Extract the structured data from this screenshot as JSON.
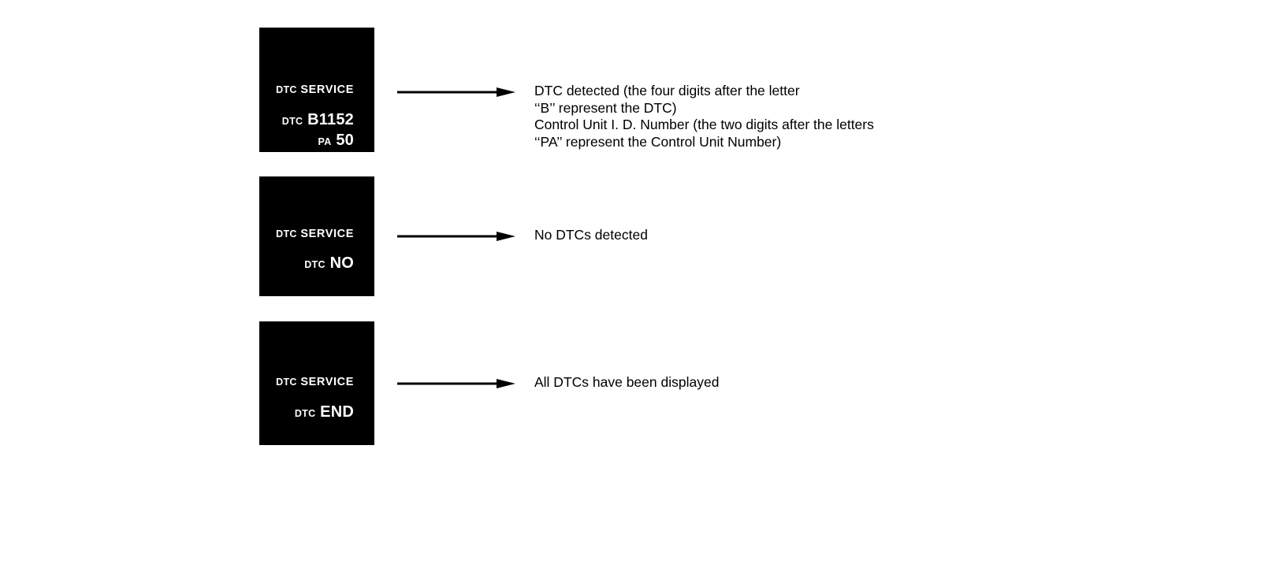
{
  "figure": {
    "background_color": "#ffffff",
    "panel_color": "#000000",
    "panel_text_color": "#ffffff",
    "annotation_color": "#000000"
  },
  "panels": [
    {
      "name": "dtc-detected",
      "title_tag": "DTC",
      "title_word": "SERVICE",
      "code_tag": "DTC",
      "code_value": "B1152",
      "unit_tag": "PA",
      "unit_value": "50"
    },
    {
      "name": "dtc-none",
      "title_tag": "DTC",
      "title_word": "SERVICE",
      "code_tag": "DTC",
      "code_value": "NO"
    },
    {
      "name": "dtc-end",
      "title_tag": "DTC",
      "title_word": "SERVICE",
      "code_tag": "DTC",
      "code_value": "END"
    }
  ],
  "callouts": [
    {
      "name": "dtc-detected-description",
      "lines": [
        "DTC detected (the four digits after the letter",
        "‘‘B’’ represent the DTC)",
        "Control Unit I. D. Number (the two digits after the letters",
        "‘‘PA’’ represent the Control Unit Number)"
      ]
    },
    {
      "name": "no-dtcs-description",
      "lines": [
        "No DTCs detected"
      ]
    },
    {
      "name": "all-dtcs-displayed-description",
      "lines": [
        "All DTCs have been displayed"
      ]
    }
  ],
  "arrows": [
    {
      "name": "arrow-to-dtc-detected-description"
    },
    {
      "name": "arrow-to-no-dtcs-description"
    },
    {
      "name": "arrow-to-all-dtcs-displayed-description"
    }
  ]
}
